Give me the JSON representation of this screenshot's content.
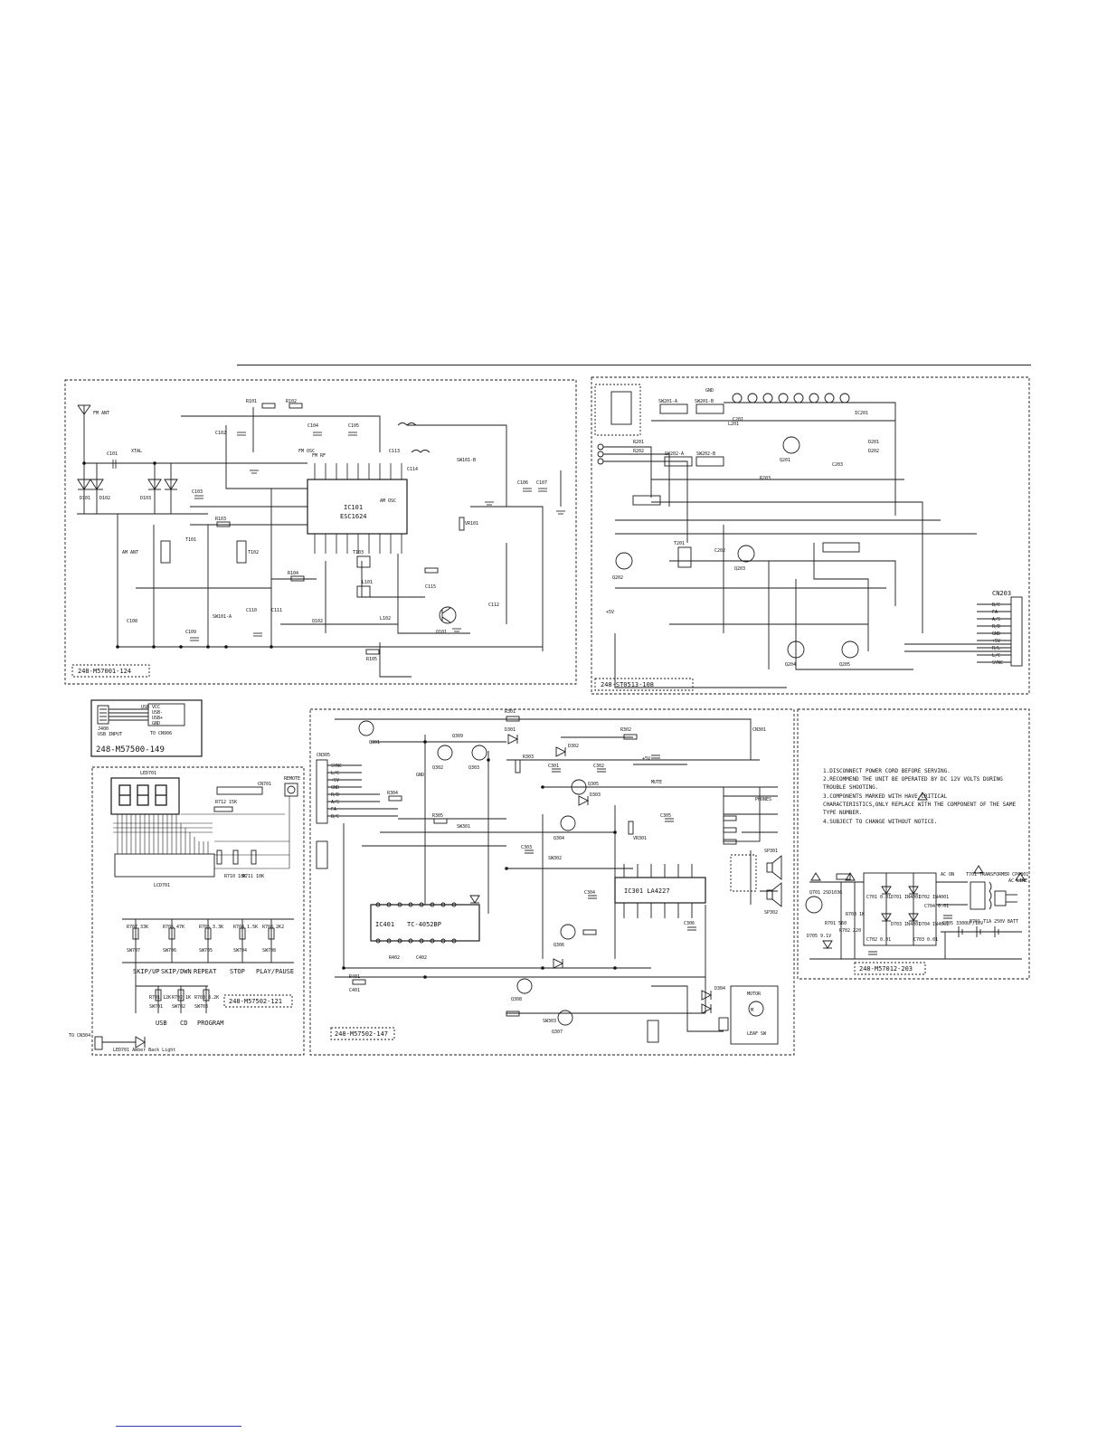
{
  "tuner": {
    "board_id": "248-M57001-124",
    "ic": "IC101",
    "ic_part": "ESC1624",
    "antenna_label": "FM ANT",
    "labels": [
      "R101",
      "R102",
      "R103",
      "R104",
      "R105",
      "C101",
      "C102",
      "C103",
      "C104",
      "C105",
      "C106",
      "C107",
      "C108",
      "C109",
      "C110",
      "C111",
      "C112",
      "C113",
      "C114",
      "C115",
      "T101",
      "T102",
      "T103",
      "D101",
      "D102",
      "D103",
      "Q101",
      "Q102",
      "L101",
      "L102",
      "SW101-A",
      "SW101-B",
      "XTAL",
      "VR101",
      "FM OSC",
      "AM OSC",
      "FM RF",
      "AM ANT"
    ]
  },
  "control": {
    "board_id": "248-ST0513-108",
    "connector": "CN203",
    "connector_pins": [
      "B/C",
      "FA",
      "A/S",
      "R/D",
      "GND",
      "+5V",
      "R/L",
      "L/C",
      "SYNC"
    ],
    "labels": [
      "SW201-A",
      "SW201-B",
      "SW202-A",
      "SW202-B",
      "Q201",
      "Q202",
      "Q203",
      "Q204",
      "Q205",
      "IC201",
      "R201",
      "R202",
      "R203",
      "C201",
      "C202",
      "C203",
      "L201",
      "T201",
      "D201",
      "D202",
      "GND",
      "+5V"
    ]
  },
  "usb": {
    "board_id": "248-M57500-149",
    "jack": "J400",
    "jack_label": "USB INPUT",
    "to_label": "TO CN906",
    "pins": [
      "USB VCC",
      "USB-",
      "USB+",
      "GND"
    ]
  },
  "display": {
    "board_id": "248-M57502-121",
    "display_label": "LED701",
    "ir_label": "REMOTE",
    "connector": "CN701",
    "to_label": "TO CN304",
    "bottom_label": "LED701 Amber Back Light",
    "lcd_label": "LCD701",
    "switch_row1": [
      {
        "sw": "SW707",
        "r": "R707 33K",
        "name": "SKIP/UP"
      },
      {
        "sw": "SW706",
        "r": "R706 47K",
        "name": "SKIP/DWN"
      },
      {
        "sw": "SW705",
        "r": "R705 3.3K",
        "name": "REPEAT"
      },
      {
        "sw": "SW704",
        "r": "R704 1.5K",
        "name": "STOP"
      },
      {
        "sw": "SW708",
        "r": "R708 2K2",
        "name": "PLAY/PAUSE"
      }
    ],
    "switch_row2": [
      {
        "sw": "SW701",
        "r": "R701 12K",
        "name": "USB"
      },
      {
        "sw": "SW702",
        "r": "R702 1K",
        "name": "CD"
      },
      {
        "sw": "SW703",
        "r": "R703 8.2K",
        "name": "PROGRAM"
      }
    ],
    "resistors": [
      "R712 15K",
      "R710 10K",
      "R711 10K"
    ]
  },
  "main": {
    "board_id": "248-M57502-147",
    "ic_amp": "IC301 LA4227",
    "ic_cassette": "IC401",
    "ic_cassette_part": "TC-4052BP",
    "connector": "CN305",
    "connector_pins": [
      "SYNC",
      "L/C",
      "+5V",
      "GND",
      "R/D",
      "A/S",
      "FA",
      "B/C"
    ],
    "motor_label": "MOTOR",
    "leaf_label": "LEAF SW",
    "speaker_l": "SP301",
    "speaker_r": "SP302",
    "phones_label": "PHONES",
    "labels": [
      "Q301",
      "Q302",
      "Q303",
      "Q304",
      "Q305",
      "Q306",
      "Q307",
      "Q308",
      "Q309",
      "D301",
      "D302",
      "D303",
      "D304",
      "R301",
      "R302",
      "R303",
      "R304",
      "R305",
      "C301",
      "C302",
      "C303",
      "C304",
      "C305",
      "C306",
      "VR301",
      "SW301",
      "SW302",
      "SW303",
      "R401",
      "R402",
      "C401",
      "C402",
      "GND",
      "+5V",
      "MUTE",
      "CN301"
    ]
  },
  "power": {
    "board_id": "248-M57012-203",
    "notes": [
      "1.DISCONNECT POWER CORD BEFORE SERVING.",
      "2.RECOMMEND THE UNIT BE OPERATED BY DC 12V VOLTS DURING",
      "  TROUBLE SHOOTING.",
      "3.COMPONENTS MARKED WITH    HAVE CRITICAL",
      "  CHARACTERISTICS,ONLY REPLACE WITH THE COMPONENT OF THE SAME",
      "  TYPE NUMBER.",
      "4.SUBJECT TO CHANGE WITHOUT NOTICE."
    ],
    "labels": {
      "transformer": "T701 TRANSFORMER CP0801",
      "ac_line": "AC LINE",
      "ac_on": "AC ON",
      "fuse": "F701 T1A 250V",
      "batt": "BATT",
      "diodes": [
        "D701 IN4001",
        "D702 IN4001",
        "D703 IN4001",
        "D704 IN4001"
      ],
      "caps": [
        "C701 0.01",
        "C702 0.01",
        "C703 0.01",
        "C704 0.01",
        "C705 3300UF/16V"
      ],
      "reg": "Q701 2SD1036",
      "zener": "D705 9.1V",
      "res": [
        "R701 560",
        "R702 220",
        "R703 1K"
      ]
    }
  }
}
